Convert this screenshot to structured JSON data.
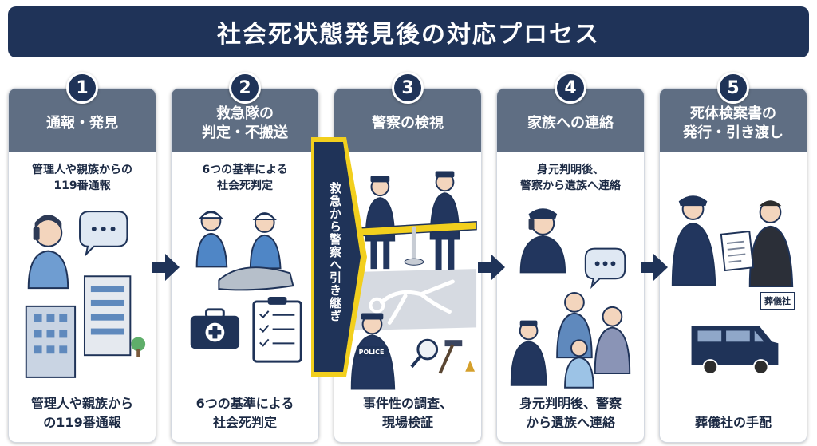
{
  "title": "社会死状態発見後の対応プロセス",
  "handover_label": "救急から警察へ引き継ぎ",
  "colors": {
    "navy": "#1f3358",
    "header_gray": "#5f6e83",
    "caution_yellow": "#f2cf1d"
  },
  "steps": [
    {
      "number": "1",
      "header": "通報・発見",
      "top_caption": "管理人や親族からの\n119番通報",
      "bottom_caption": "管理人や親族から\nの119番通報",
      "icons": [
        "phone-caller-icon",
        "speech-bubble-icon",
        "apartment-building-icon"
      ]
    },
    {
      "number": "2",
      "header": "救急隊の\n判定・不搬送",
      "top_caption": "6つの基準による\n社会死判定",
      "bottom_caption": "6つの基準による\n社会死判定",
      "icons": [
        "paramedics-icon",
        "first-aid-kit-icon",
        "checklist-icon"
      ]
    },
    {
      "number": "3",
      "header": "警察の検視",
      "top_caption": "",
      "bottom_caption": "事件性の調査、\n現場検証",
      "badge_text": "POLICE",
      "icons": [
        "police-officers-icon",
        "caution-tape-icon",
        "body-outline-icon",
        "magnifier-icon",
        "hammer-icon"
      ]
    },
    {
      "number": "4",
      "header": "家族への連絡",
      "top_caption": "身元判明後、\n警察から遺族へ連絡",
      "bottom_caption": "身元判明後、警察\nから遺族へ連絡",
      "icons": [
        "police-phone-icon",
        "speech-bubble-icon",
        "family-icon"
      ]
    },
    {
      "number": "5",
      "header": "死体検案書の\n発行・引き渡し",
      "top_caption": "",
      "bottom_caption": "葬儀社の手配",
      "tag": "葬儀社",
      "icons": [
        "document-handover-icon",
        "hearse-van-icon"
      ]
    }
  ]
}
